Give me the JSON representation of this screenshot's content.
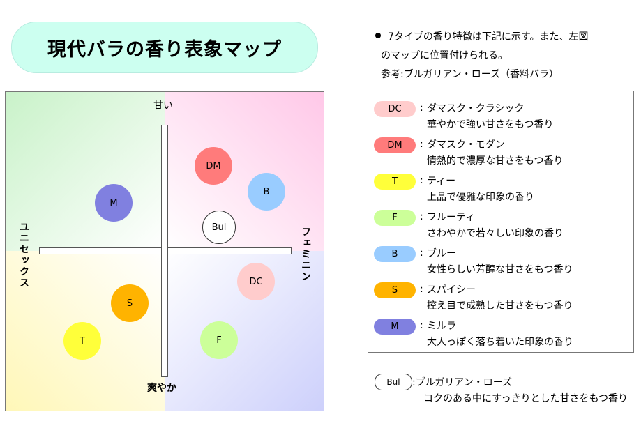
{
  "title": "現代バラの香り表象マップ",
  "intro": {
    "line1": "7タイプの香り特徴は下記に示す。また、左図",
    "line2": "のマップに位置付けられる。",
    "line3": "参考:ブルガリアン・ローズ（香料バラ）"
  },
  "map": {
    "top_label": "甘い",
    "bottom_label": "爽やか",
    "left_label": "ユニセックス",
    "right_label": "フェミニン",
    "points": [
      {
        "code": "DM",
        "color": "#ff7b7b"
      },
      {
        "code": "B",
        "color": "#99ccff"
      },
      {
        "code": "M",
        "color": "#8080e0"
      },
      {
        "code": "Bul",
        "color": "#ffffff"
      },
      {
        "code": "DC",
        "color": "#ffcccc"
      },
      {
        "code": "S",
        "color": "#ffb300"
      },
      {
        "code": "T",
        "color": "#ffff3a"
      },
      {
        "code": "F",
        "color": "#ccff99"
      }
    ]
  },
  "legend": [
    {
      "code": "DC",
      "name": "ダマスク・クラシック",
      "desc": "華やかで強い甘さをもつ香り",
      "color": "#ffcccc"
    },
    {
      "code": "DM",
      "name": "ダマスク・モダン",
      "desc": "情熱的で濃厚な甘さをもつ香り",
      "color": "#ff7b7b"
    },
    {
      "code": "T",
      "name": "ティー",
      "desc": "上品で優雅な印象の香り",
      "color": "#ffff3a"
    },
    {
      "code": "F",
      "name": "フルーティ",
      "desc": "さわやかで若々しい印象の香り",
      "color": "#ccff99"
    },
    {
      "code": "B",
      "name": "ブルー",
      "desc": "女性らしい芳醇な甘さをもつ香り",
      "color": "#99ccff"
    },
    {
      "code": "S",
      "name": "スパイシー",
      "desc": "控え目で成熟した甘さをもつ香り",
      "color": "#ffb300"
    },
    {
      "code": "M",
      "name": "ミルラ",
      "desc": "大人っぽく落ち着いた印象の香り",
      "color": "#8080e0"
    }
  ],
  "bul_note": {
    "code": "Bul",
    "name": ":ブルガリアン・ローズ",
    "desc": "コクのある中にすっきりとした甘さをもつ香り"
  }
}
